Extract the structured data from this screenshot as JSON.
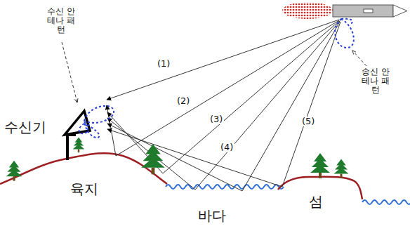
{
  "diagram": {
    "labels": [
      "수신 안테나 패턴",
      "송신 안테나 패턴",
      "수신기",
      "(1)",
      "(2)",
      "(3)",
      "(4)",
      "(5)",
      "육지",
      "바다",
      "섬"
    ]
  }
}
